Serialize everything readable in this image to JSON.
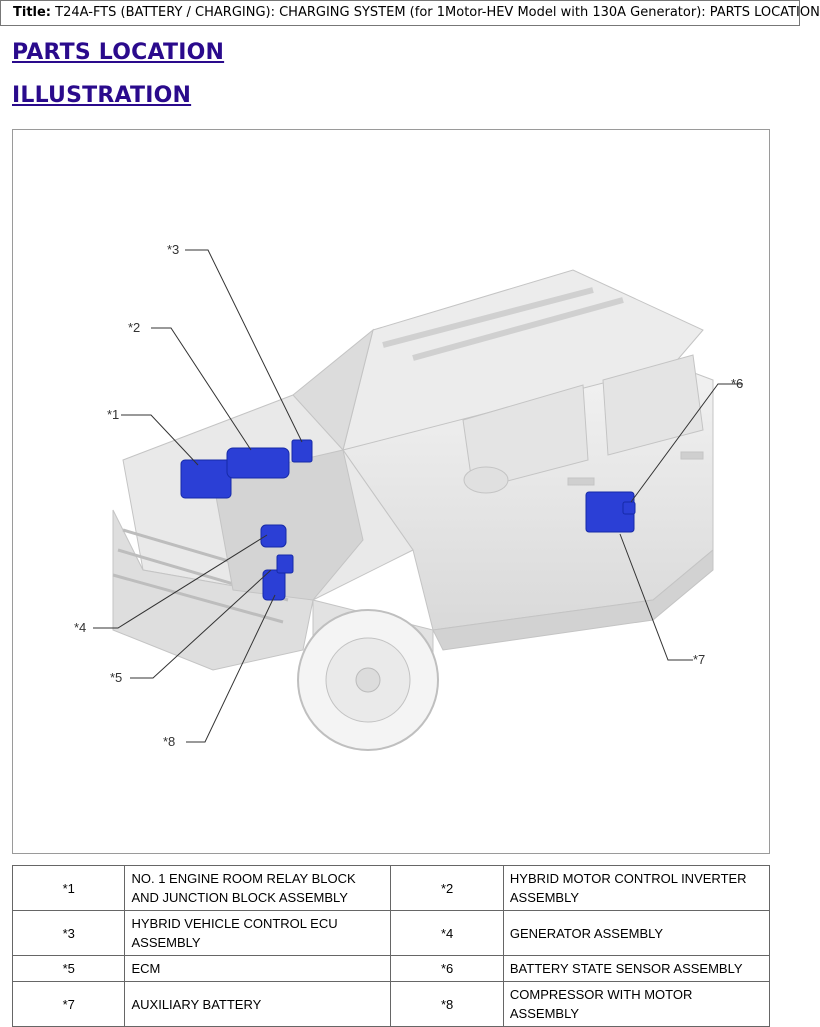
{
  "header": {
    "title_label": "Title:",
    "title_text": "T24A-FTS (BATTERY / CHARGING): CHARGING SYSTEM (for 1Motor-HEV Model with 130A Generator): PARTS LOCATION"
  },
  "headings": {
    "parts_location": "PARTS LOCATION",
    "illustration": "ILLUSTRATION"
  },
  "illustration": {
    "callouts": [
      "*1",
      "*2",
      "*3",
      "*4",
      "*5",
      "*6",
      "*7",
      "*8"
    ],
    "highlight_color": "#2b3fd6",
    "vehicle_color": "#e6e6e6"
  },
  "legend": [
    {
      "num": "*1",
      "desc": "NO. 1 ENGINE ROOM RELAY BLOCK AND JUNCTION BLOCK ASSEMBLY",
      "num2": "*2",
      "desc2": "HYBRID MOTOR CONTROL INVERTER ASSEMBLY"
    },
    {
      "num": "*3",
      "desc": "HYBRID VEHICLE CONTROL ECU ASSEMBLY",
      "num2": "*4",
      "desc2": "GENERATOR ASSEMBLY"
    },
    {
      "num": "*5",
      "desc": "ECM",
      "num2": "*6",
      "desc2": "BATTERY STATE SENSOR ASSEMBLY"
    },
    {
      "num": "*7",
      "desc": "AUXILIARY BATTERY",
      "num2": "*8",
      "desc2": "COMPRESSOR WITH MOTOR ASSEMBLY"
    }
  ]
}
